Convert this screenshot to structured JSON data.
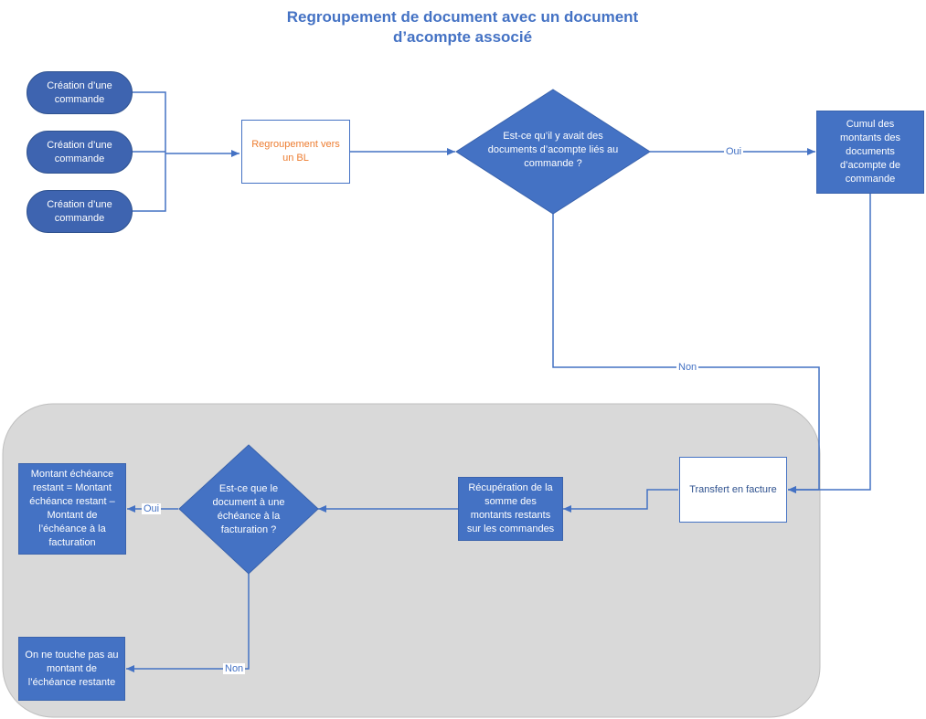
{
  "title": {
    "line1": "Regroupement de document avec un document",
    "line2": "d’acompte associé"
  },
  "nodes": {
    "creation1": "Création d’une commande",
    "creation2": "Création d’une commande",
    "creation3": "Création d’une commande",
    "regroupement": "Regroupement vers un BL",
    "decision_acompte": "Est-ce qu’il y avait des documents d’acompte liés au commande ?",
    "cumul": "Cumul des montants des documents d’acompte de commande",
    "transfert": "Transfert en facture",
    "recuperation": "Récupération de la somme des montants restants sur les commandes",
    "decision_echeance": "Est-ce que le document à une échéance à la facturation ?",
    "montant_echeance": "Montant échéance restant = Montant échéance restant – Montant de l’échéance à la facturation",
    "on_ne_touche": "On ne touche pas au montant de l’échéance restante"
  },
  "edge_labels": {
    "oui_top": "Oui",
    "non_top": "Non",
    "oui_bottom": "Oui",
    "non_bottom": "Non"
  },
  "colors": {
    "accent": "#4472c4",
    "pill": "#3e64b0",
    "group_bg": "#d9d9d9",
    "orange": "#ed7d31"
  }
}
